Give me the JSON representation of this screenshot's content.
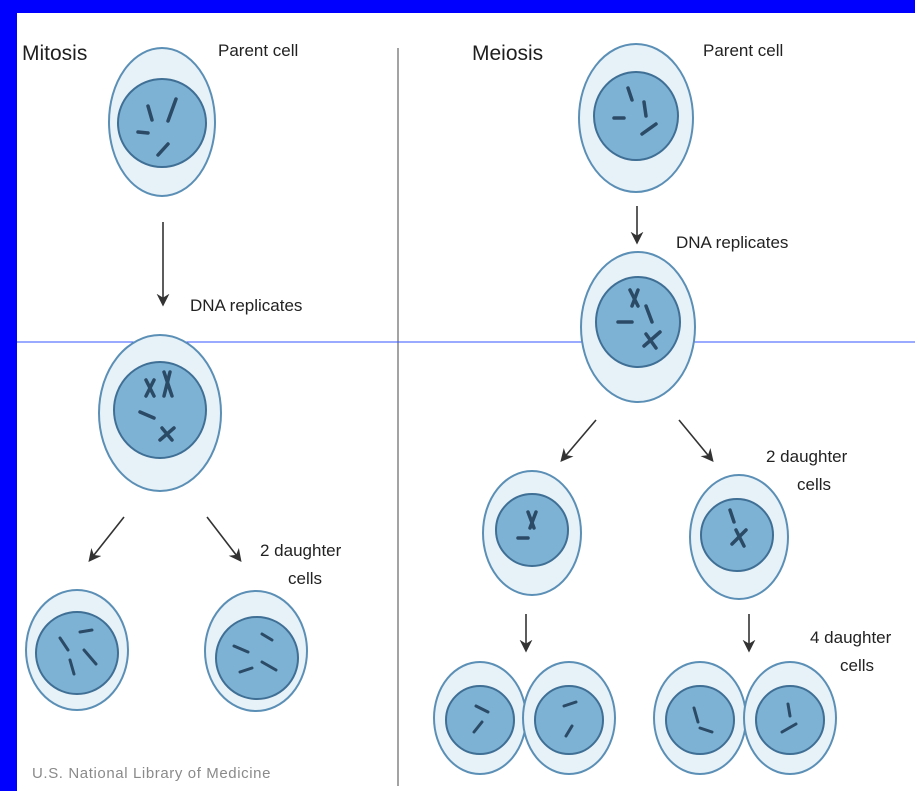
{
  "mitosis": {
    "title": "Mitosis",
    "parent_label": "Parent cell",
    "replicates_label": "DNA replicates",
    "daughters_line1": "2 daughter",
    "daughters_line2": "cells"
  },
  "meiosis": {
    "title": "Meiosis",
    "parent_label": "Parent cell",
    "replicates_label": "DNA replicates",
    "two_daughters_line1": "2 daughter",
    "two_daughters_line2": "cells",
    "four_daughters_line1": "4 daughter",
    "four_daughters_line2": "cells"
  },
  "credit": "U.S. National Library of Medicine",
  "colors": {
    "frame": "#0000ff",
    "cytoplasm": "#e6f1f8",
    "cell_border": "#5b8fb5",
    "nucleus": "#7eb2d5",
    "nucleus_border": "#3f6f94",
    "chromosome": "#2b4a66",
    "guide_line": "#3355ff"
  }
}
